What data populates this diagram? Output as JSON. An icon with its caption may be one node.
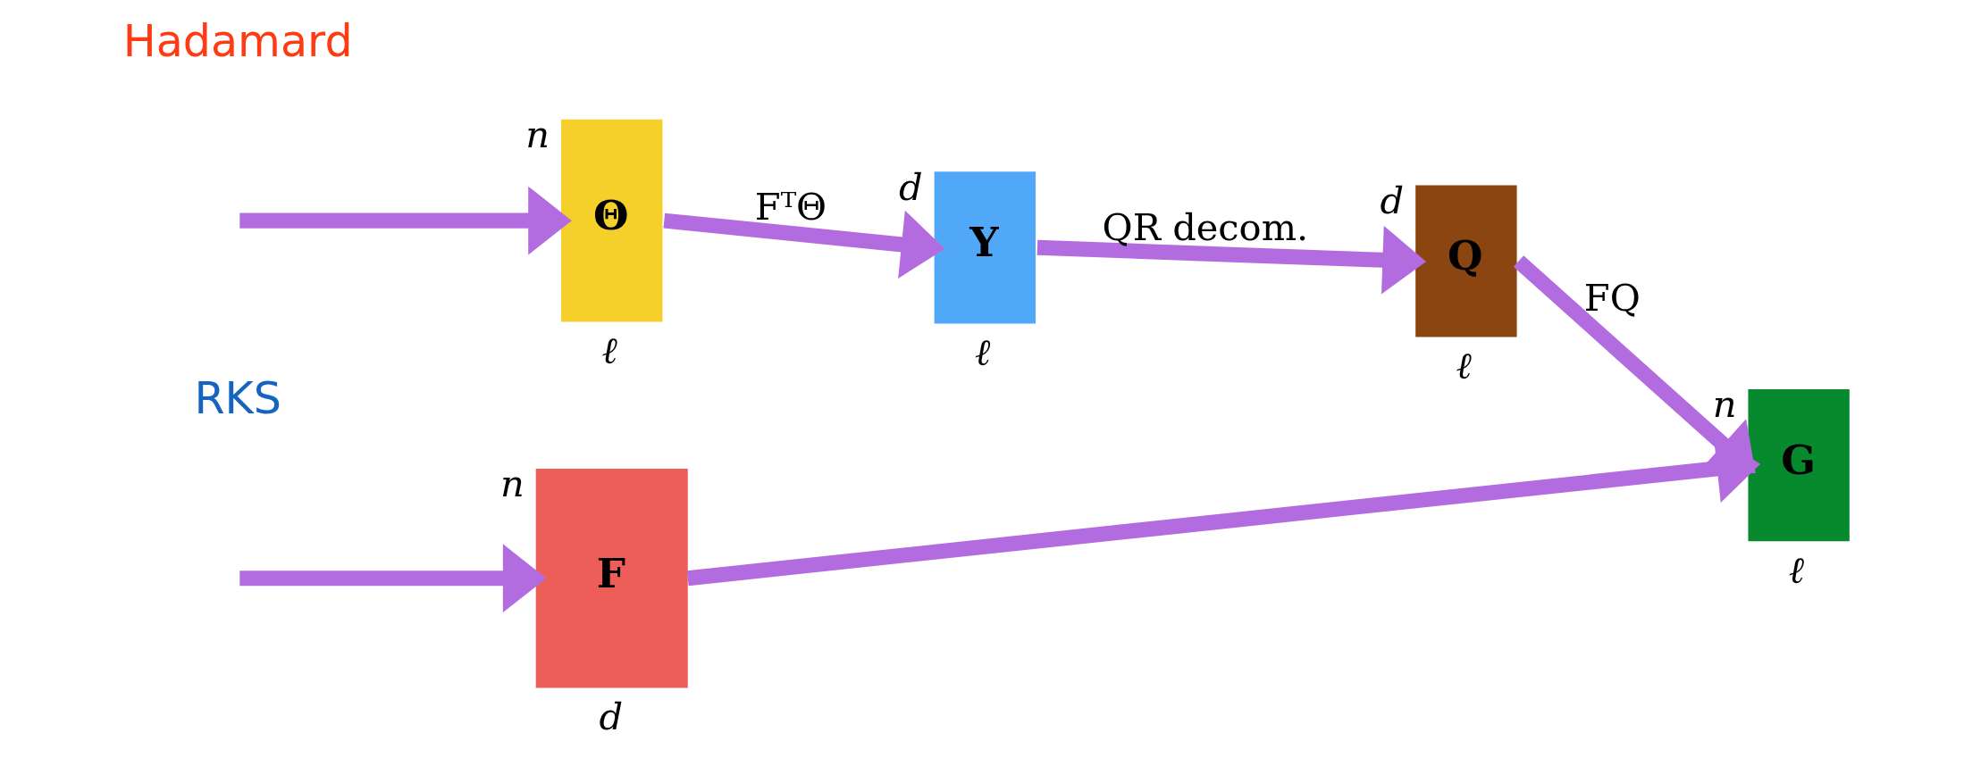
{
  "diagram": {
    "nodes": [
      {
        "text": [
          "F"
        ],
        "beside": [
          "n",
          "d"
        ]
      },
      {
        "text": [
          "Θ"
        ],
        "beside": [
          "n",
          "ℓ"
        ]
      },
      {
        "text": [
          "Y"
        ],
        "beside": [
          "d",
          "ℓ"
        ]
      },
      {
        "text": [
          "Q"
        ],
        "beside": [
          "d",
          "ℓ"
        ]
      },
      {
        "text": [
          "G"
        ],
        "beside": [
          "n",
          "ℓ"
        ]
      }
    ],
    "edges": [
      {
        "from": null,
        "to": 0,
        "arrow": "to"
      },
      {
        "from": null,
        "to": 1,
        "arrow": "to"
      },
      {
        "from": 0,
        "to": 4,
        "arrow": "to"
      },
      {
        "from": 1,
        "to": 2,
        "arrow": "to",
        "label": "FᵀΘ"
      },
      {
        "from": 2,
        "to": 3,
        "arrow": "to",
        "label": "QR decom."
      },
      {
        "from": 3,
        "to": 4,
        "arrow": "to",
        "label": "FQ"
      }
    ],
    "labels": [
      "RKS",
      "Hadamard"
    ]
  }
}
